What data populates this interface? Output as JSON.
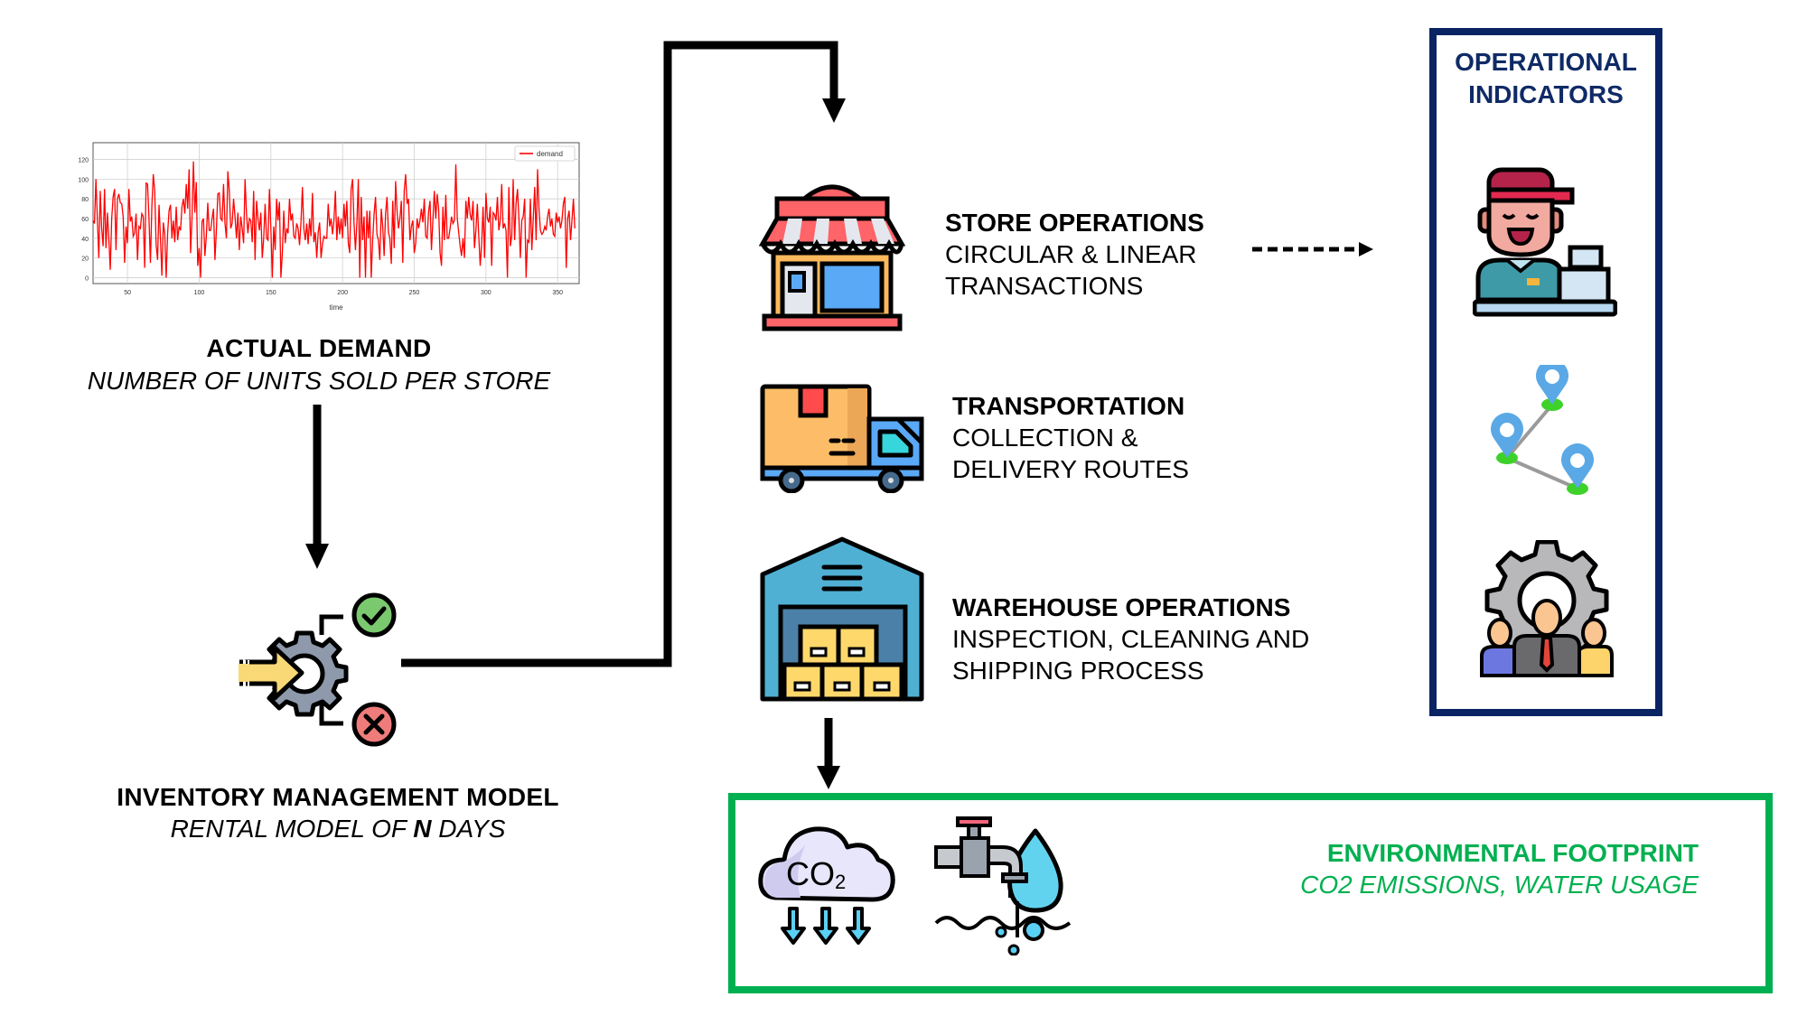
{
  "colors": {
    "navy": "#0a2463",
    "green": "#00b050",
    "series": "#ff0000",
    "connector": "#000000"
  },
  "demand_block": {
    "title": "ACTUAL DEMAND",
    "subtitle": "NUMBER OF UNITS SOLD PER STORE"
  },
  "model_block": {
    "title": "INVENTORY MANAGEMENT MODEL",
    "subtitle_prefix": "RENTAL MODEL OF ",
    "subtitle_emphasis": "N",
    "subtitle_suffix": " DAYS",
    "icon": "gear-decision-icon"
  },
  "operations": [
    {
      "id": "store",
      "icon": "store-icon",
      "title": "STORE OPERATIONS",
      "lines": [
        "CIRCULAR & LINEAR",
        "TRANSACTIONS"
      ]
    },
    {
      "id": "transport",
      "icon": "delivery-truck-icon",
      "title": "TRANSPORTATION",
      "lines": [
        "COLLECTION &",
        "DELIVERY ROUTES"
      ]
    },
    {
      "id": "warehouse",
      "icon": "warehouse-icon",
      "title": "WAREHOUSE OPERATIONS",
      "lines": [
        "INSPECTION, CLEANING AND",
        "SHIPPING PROCESS"
      ]
    }
  ],
  "indicators": {
    "title_line1": "OPERATIONAL",
    "title_line2": "INDICATORS",
    "icons": [
      "cashier-icon",
      "route-pins-icon",
      "team-gear-icon"
    ]
  },
  "environment": {
    "title": "ENVIRONMENTAL FOOTPRINT",
    "subtitle": "CO2 EMISSIONS, WATER USAGE",
    "icons": [
      "co2-cloud-icon",
      "water-tap-icon"
    ],
    "co2_label": "CO",
    "co2_sub": "2"
  },
  "chart_data": {
    "type": "line",
    "title": "",
    "xlabel": "time",
    "ylabel": "",
    "xlim": [
      26,
      365
    ],
    "ylim": [
      -6,
      137
    ],
    "xticks": [
      50,
      100,
      150,
      200,
      250,
      300,
      350
    ],
    "yticks": [
      0,
      20,
      40,
      60,
      80,
      100,
      120
    ],
    "grid": true,
    "legend": "top-right",
    "series": [
      {
        "name": "demand",
        "x_start": 26,
        "x_step": 1,
        "values": [
          58,
          55,
          100,
          60,
          20,
          88,
          50,
          32,
          90,
          30,
          66,
          40,
          8,
          60,
          82,
          90,
          28,
          80,
          85,
          76,
          75,
          62,
          15,
          52,
          35,
          90,
          57,
          62,
          42,
          45,
          65,
          18,
          52,
          50,
          65,
          62,
          10,
          96,
          95,
          60,
          15,
          72,
          105,
          88,
          33,
          18,
          74,
          40,
          2,
          56,
          45,
          0,
          45,
          68,
          74,
          40,
          58,
          36,
          72,
          38,
          52,
          48,
          72,
          80,
          65,
          95,
          70,
          110,
          25,
          60,
          118,
          66,
          97,
          12,
          30,
          0,
          57,
          60,
          22,
          42,
          76,
          48,
          48,
          60,
          70,
          18,
          48,
          85,
          86,
          60,
          58,
          95,
          55,
          40,
          108,
          88,
          50,
          55,
          80,
          62,
          40,
          66,
          28,
          62,
          50,
          35,
          100,
          65,
          45,
          60,
          58,
          36,
          88,
          18,
          78,
          60,
          48,
          66,
          20,
          40,
          75,
          40,
          38,
          90,
          50,
          0,
          52,
          28,
          80,
          58,
          77,
          0,
          25,
          68,
          35,
          50,
          45,
          80,
          58,
          65,
          42,
          40,
          55,
          50,
          33,
          56,
          92,
          50,
          38,
          55,
          34,
          60,
          42,
          86,
          36,
          46,
          20,
          46,
          56,
          20,
          34,
          42,
          40,
          40,
          75,
          52,
          60,
          44,
          58,
          88,
          38,
          62,
          44,
          60,
          40,
          75,
          52,
          78,
          35,
          25,
          90,
          100,
          55,
          28,
          56,
          100,
          0,
          82,
          38,
          62,
          0,
          68,
          40,
          68,
          0,
          38,
          65,
          82,
          44,
          38,
          18,
          70,
          52,
          22,
          65,
          82,
          46,
          40,
          14,
          78,
          30,
          98,
          68,
          50,
          60,
          78,
          15,
          88,
          105,
          75,
          80,
          38,
          52,
          58,
          25,
          35,
          60,
          50,
          58,
          70,
          56,
          80,
          42,
          40,
          67,
          78,
          28,
          58,
          88,
          60,
          85,
          70,
          25,
          12,
          72,
          38,
          84,
          40,
          40,
          50,
          62,
          55,
          58,
          115,
          60,
          46,
          32,
          22,
          40,
          20,
          78,
          60,
          82,
          64,
          58,
          78,
          30,
          48,
          75,
          42,
          12,
          34,
          72,
          20,
          86,
          60,
          56,
          72,
          12,
          66,
          64,
          58,
          82,
          48,
          58,
          95,
          50,
          55,
          48,
          0,
          92,
          32,
          42,
          100,
          38,
          75,
          90,
          60,
          20,
          58,
          62,
          80,
          0,
          38,
          36,
          80,
          28,
          60,
          92,
          38,
          110,
          70,
          48,
          44,
          46,
          52,
          48,
          62,
          70,
          52,
          60,
          44,
          42,
          66,
          56,
          62,
          50,
          58,
          75,
          82,
          10,
          60,
          68,
          38,
          58,
          80,
          50
        ]
      }
    ]
  }
}
